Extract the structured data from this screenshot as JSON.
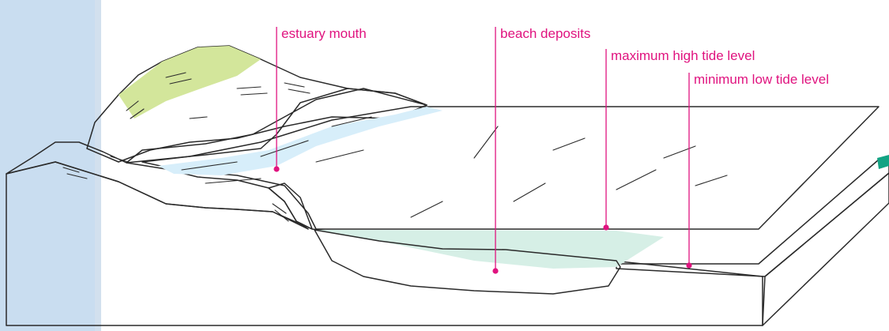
{
  "labels": {
    "estuary_mouth": "estuary mouth",
    "beach_deposits": "beach deposits",
    "max_high_tide": "maximum high tide level",
    "min_low_tide": "minimum low tide level"
  },
  "colors": {
    "label": "#e0137f",
    "sky_strip": "#c9ddf0",
    "land_green": "#b7d67a",
    "land_green_light": "#d3e69b",
    "sediment_brown": "#c0906a",
    "bedrock_sand": "#f4dcb8",
    "high_tide_water": "#cde9f8",
    "low_tide_water": "#5fc2ef",
    "sea_edge_teal": "#13a383"
  }
}
